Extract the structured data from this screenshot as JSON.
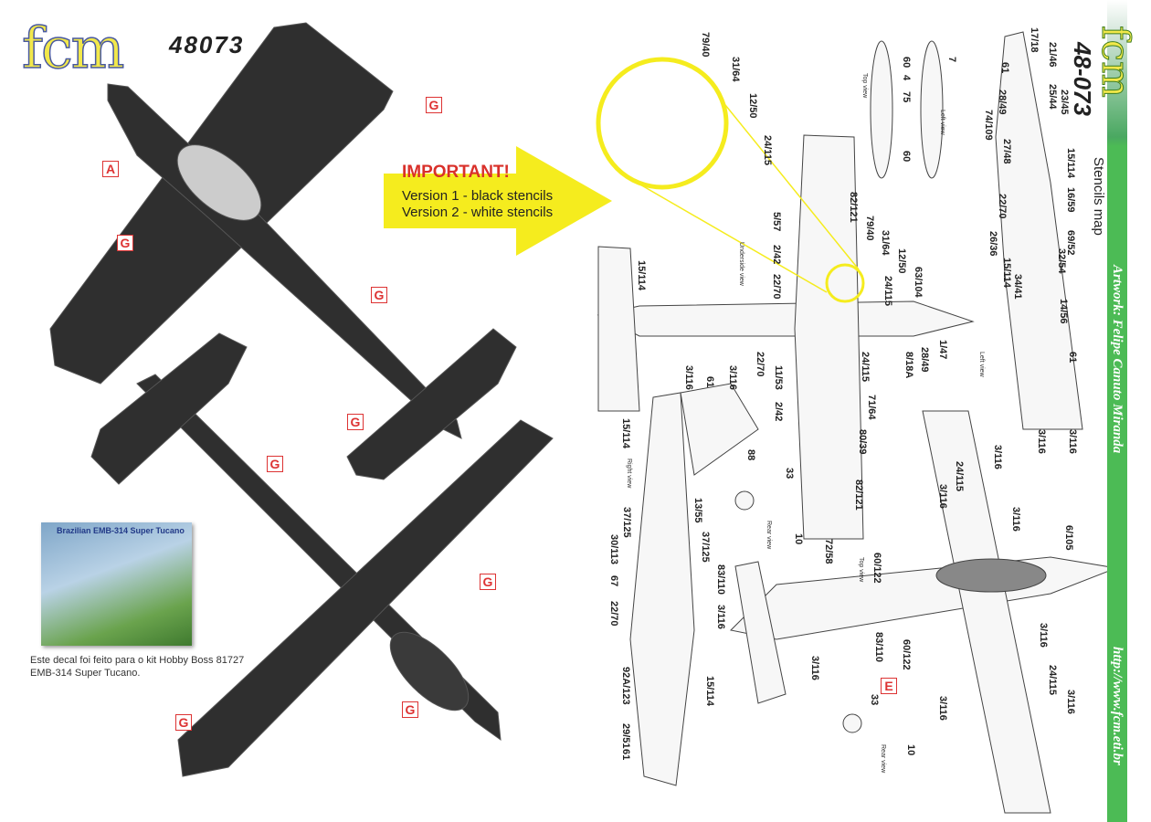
{
  "header": {
    "logo": "fcm",
    "kit_number": "48073"
  },
  "important": {
    "title": "IMPORTANT!",
    "version1": "Version 1 - black stencils",
    "version2": "Version 2 - white stencils"
  },
  "box_art": {
    "title": "Brazilian EMB-314 Super Tucano"
  },
  "note": {
    "line1": "Este decal foi feito para o kit Hobby Boss 81727",
    "line2": "EMB-314 Super Tucano."
  },
  "markers": [
    "A",
    "G",
    "G",
    "G",
    "G",
    "G",
    "G",
    "G",
    "G",
    "E"
  ],
  "sidebar": {
    "logo": "fcm",
    "kit_number": "48-073",
    "subtitle": "Stencils map",
    "artwork": "Artwork: Felipe Canuto Miranda",
    "url": "http://www.fcm.eti.br"
  },
  "views": [
    "Top view",
    "Left view",
    "Underside view",
    "Right view",
    "Rear view",
    "Left view",
    "Top view",
    "Rear view"
  ],
  "stencils": [
    "79/40",
    "31/64",
    "12/50",
    "24/115",
    "5/57",
    "82/121",
    "79/40",
    "31/64",
    "12/50",
    "63/104",
    "24/115",
    "2/42",
    "22/70",
    "1/47",
    "28/49",
    "8/18A",
    "24/115",
    "71/64",
    "80/39",
    "82/121",
    "72/58",
    "22/70",
    "11/53",
    "2/42",
    "15/114",
    "3/116",
    "3/116",
    "61",
    "15/114",
    "88",
    "33",
    "10",
    "13/55",
    "37/125",
    "37/125",
    "83/110",
    "3/116",
    "30/113",
    "67",
    "22/70",
    "92A/123",
    "15/114",
    "29/51",
    "61",
    "60",
    "4",
    "75",
    "7",
    "60",
    "17/18",
    "21/46",
    "61",
    "23/45",
    "25/44",
    "28/49",
    "74/109",
    "27/48",
    "15/114",
    "16/59",
    "22/70",
    "69/52",
    "26/36",
    "32/54",
    "15/114",
    "34/41",
    "14/56",
    "61",
    "3/116",
    "3/116",
    "3/116",
    "24/115",
    "3/116",
    "3/116",
    "6/105",
    "60/122",
    "83/110",
    "60/122",
    "3/116",
    "3/116",
    "24/115",
    "3/116",
    "3/116",
    "33",
    "10"
  ],
  "colors": {
    "aircraft": "#2f2f2f",
    "accent": "#d33a2c",
    "stripe": "#4cbb55",
    "callout": "#f5ec1e"
  }
}
